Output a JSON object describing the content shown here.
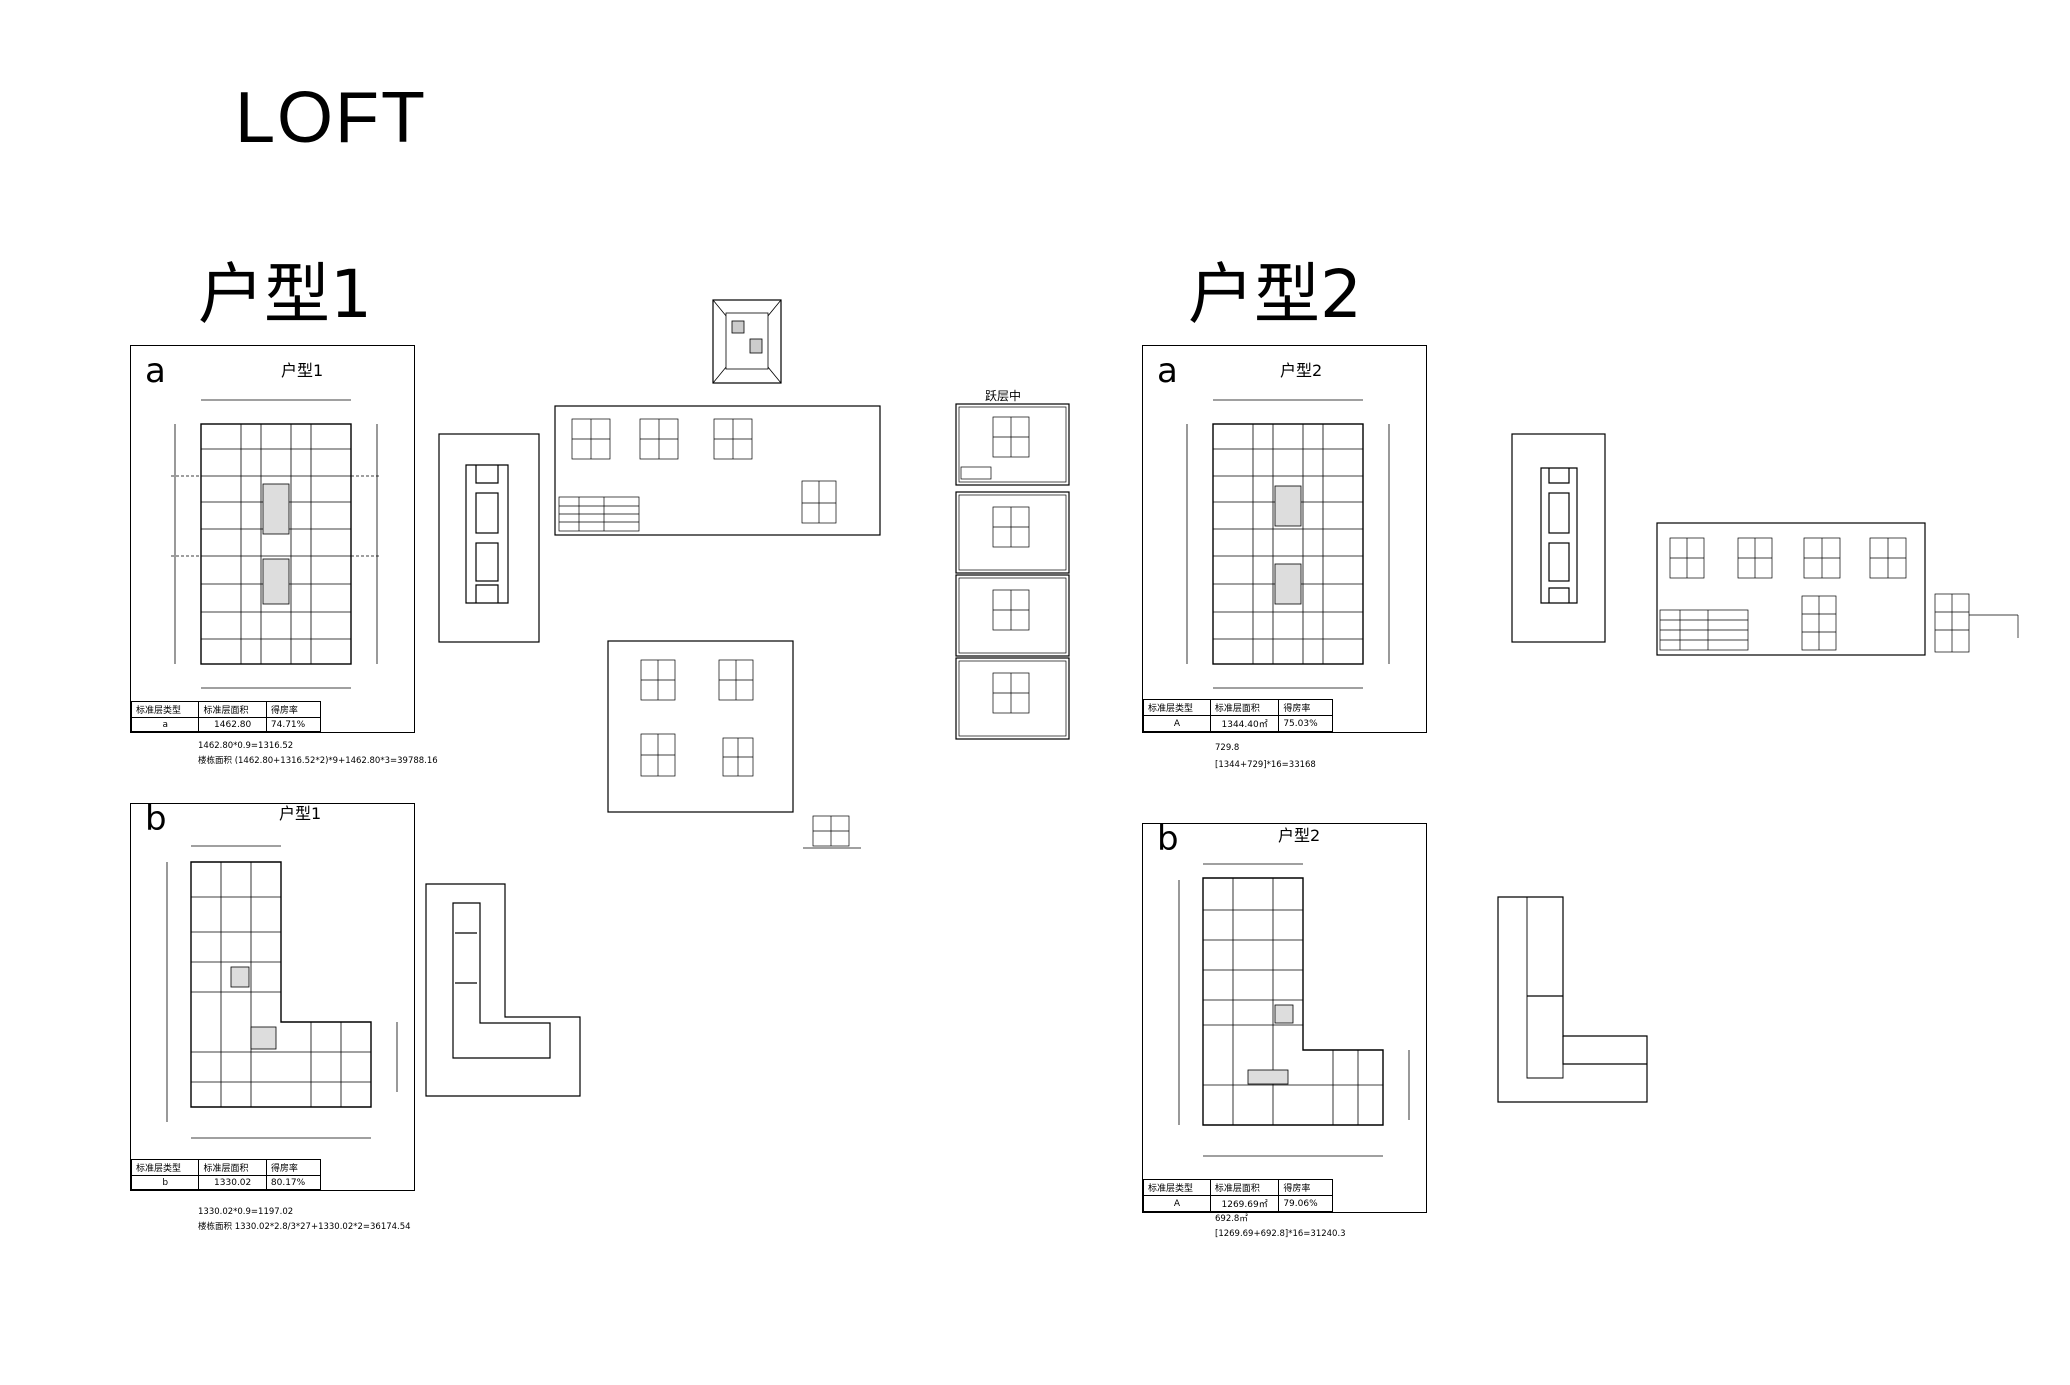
{
  "page_title": "LOFT",
  "groups": [
    {
      "heading": "户型1",
      "sheets": [
        {
          "letter": "a",
          "title": "户型1",
          "stats_headers": [
            "标准层类型",
            "标准层面积",
            "得房率"
          ],
          "stats_values": [
            "a",
            "1462.80",
            "74.71%"
          ],
          "note_line1": "1462.80*0.9=1316.52",
          "note_line2": "楼栋面积 (1462.80+1316.52*2)*9+1462.80*3=39788.16"
        },
        {
          "letter": "b",
          "title": "户型1",
          "stats_headers": [
            "标准层类型",
            "标准层面积",
            "得房率"
          ],
          "stats_values": [
            "b",
            "1330.02",
            "80.17%"
          ],
          "note_line1": "1330.02*0.9=1197.02",
          "note_line2": "楼栋面积 1330.02*2.8/3*27+1330.02*2=36174.54"
        }
      ]
    },
    {
      "heading": "户型2",
      "sheets": [
        {
          "letter": "a",
          "title": "户型2",
          "stats_headers": [
            "标准层类型",
            "标准层面积",
            "得房率"
          ],
          "stats_values": [
            "A",
            "1344.40㎡",
            "75.03%"
          ],
          "note_line1": "729.8",
          "note_line2": "[1344+729]*16=33168"
        },
        {
          "letter": "b",
          "title": "户型2",
          "stats_headers": [
            "标准层类型",
            "标准层面积",
            "得房率"
          ],
          "stats_values": [
            "A",
            "1269.69㎡",
            "79.06%"
          ],
          "note_line1": "692.8㎡",
          "note_line2": "[1269.69+692.8]*16=31240.3"
        }
      ]
    }
  ],
  "loft_stack_title": "跃层中"
}
